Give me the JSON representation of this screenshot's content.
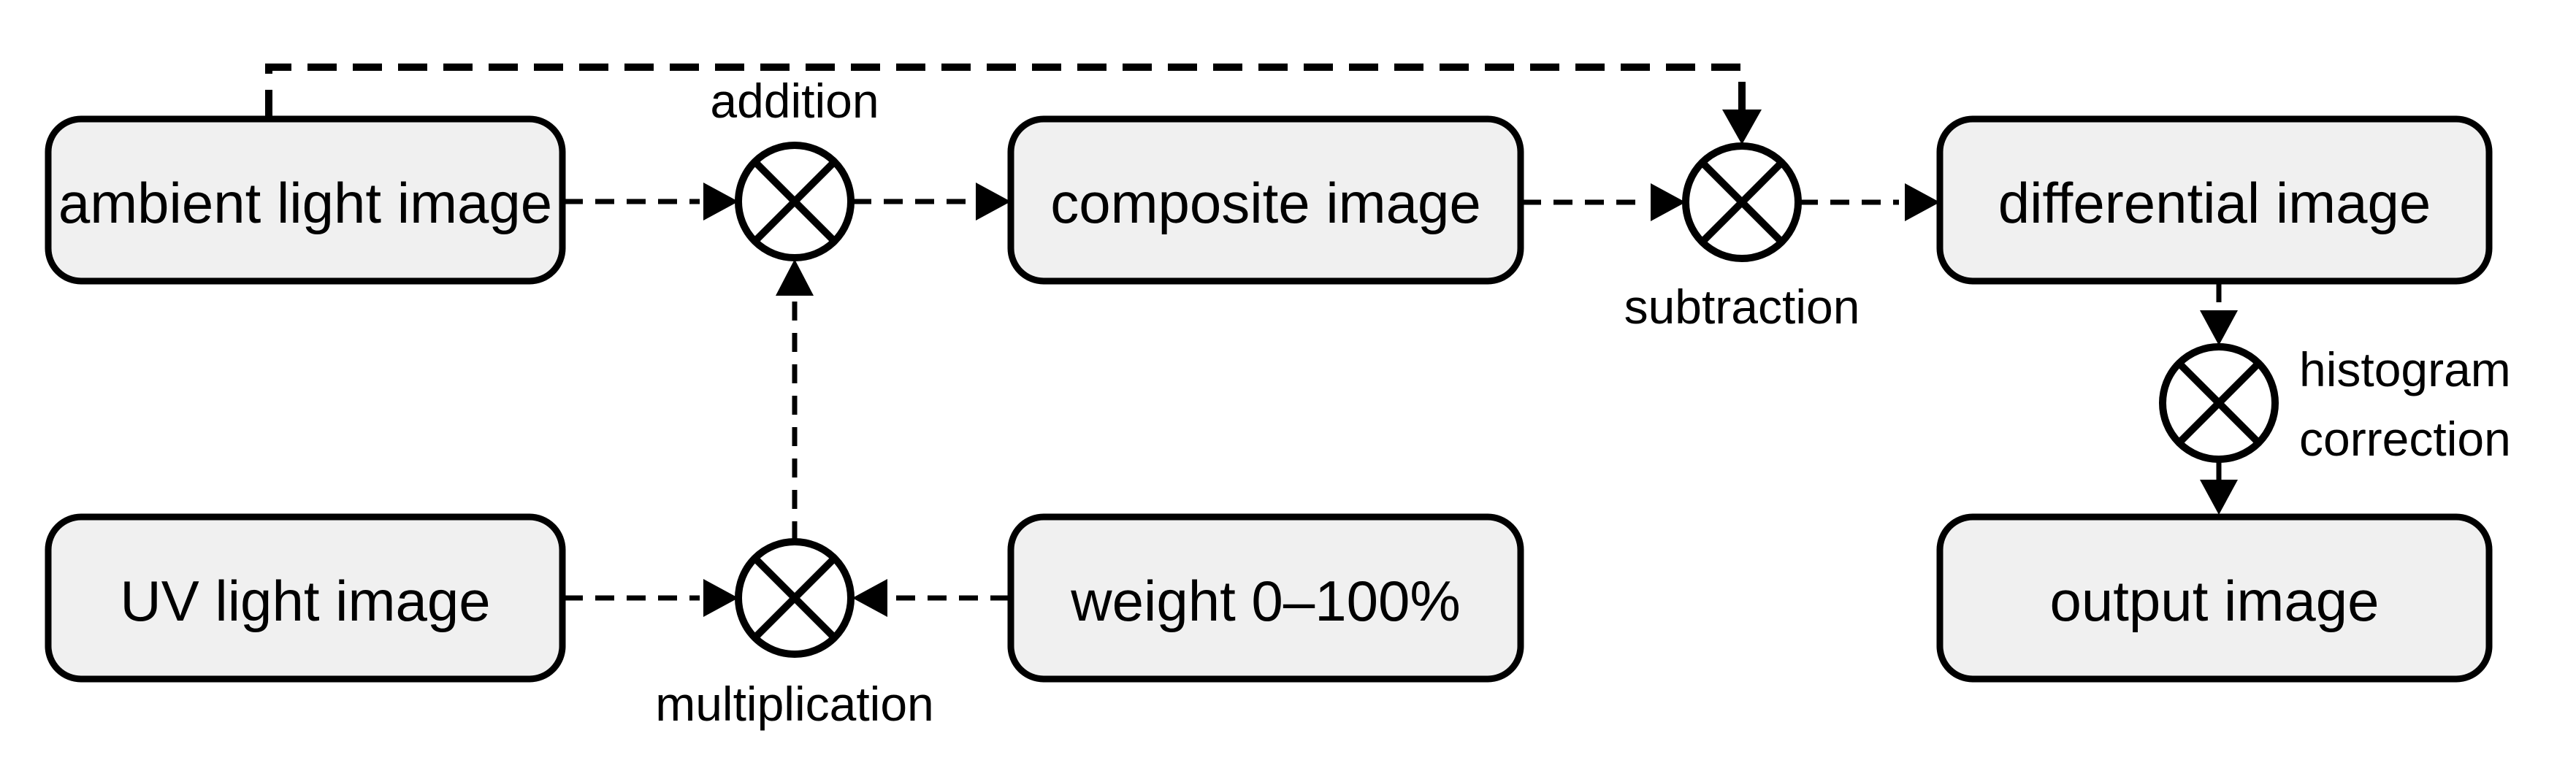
{
  "figure": {
    "type": "flow-diagram",
    "background": "#ffffff",
    "colors": {
      "box_fill": "#f0f0f0",
      "stroke": "#000000",
      "text": "#000000"
    },
    "nodes": {
      "ambient": {
        "label": "ambient light image"
      },
      "composite": {
        "label": "composite image"
      },
      "differential": {
        "label": "differential image"
      },
      "uv": {
        "label": "UV light image"
      },
      "weight": {
        "label": "weight 0–100%"
      },
      "output": {
        "label": "output image"
      }
    },
    "operators": {
      "addition": {
        "label": "addition",
        "symbol": "otimes"
      },
      "subtraction": {
        "label": "subtraction",
        "symbol": "otimes"
      },
      "multiplication": {
        "label": "multiplication",
        "symbol": "otimes"
      },
      "histogram": {
        "label_line1": "histogram",
        "label_line2": "correction",
        "symbol": "otimes"
      }
    },
    "edges": [
      {
        "from": "ambient light image",
        "to": "addition"
      },
      {
        "from": "multiplication",
        "to": "addition"
      },
      {
        "from": "addition",
        "to": "composite image"
      },
      {
        "from": "composite image",
        "to": "subtraction"
      },
      {
        "from": "ambient light image",
        "to": "subtraction",
        "kind": "feedback"
      },
      {
        "from": "subtraction",
        "to": "differential image"
      },
      {
        "from": "UV light image",
        "to": "multiplication"
      },
      {
        "from": "weight 0–100%",
        "to": "multiplication"
      },
      {
        "from": "differential image",
        "to": "histogram correction"
      },
      {
        "from": "histogram correction",
        "to": "output image"
      }
    ]
  }
}
